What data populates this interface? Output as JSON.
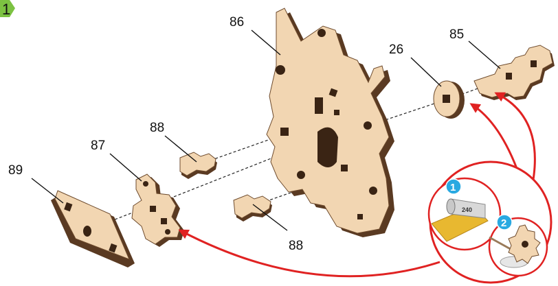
{
  "step_number": "1",
  "parts": {
    "p86": "86",
    "p26": "26",
    "p85": "85",
    "p88_top": "88",
    "p87": "87",
    "p89": "89",
    "p88_bottom": "88"
  },
  "detail": {
    "badge_1": "1",
    "badge_2": "2",
    "sandpaper_grit": "240"
  },
  "colors": {
    "wood_face": "#f2d6b2",
    "wood_edge": "#5a3a22",
    "arrow": "#e02222",
    "badge": "#29a9e1",
    "step_tab": "#7cc242"
  }
}
